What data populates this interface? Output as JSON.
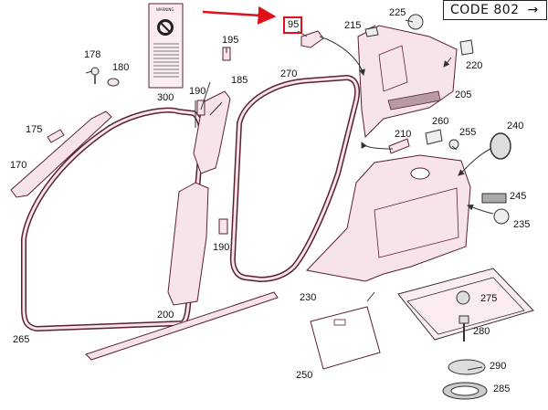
{
  "code_label": "CODE 802",
  "code_arrow": "→",
  "highlight_callout": "95",
  "warning_label_text": "WARNING",
  "callouts": {
    "c170": "170",
    "c175": "175",
    "c178": "178",
    "c180": "180",
    "c185": "185",
    "c190a": "190",
    "c190b": "190",
    "c195": "195",
    "c200": "200",
    "c205": "205",
    "c210": "210",
    "c215": "215",
    "c220": "220",
    "c225": "225",
    "c230": "230",
    "c235": "235",
    "c240": "240",
    "c245": "245",
    "c250": "250",
    "c255": "255",
    "c260": "260",
    "c265": "265",
    "c270": "270",
    "c275": "275",
    "c280": "280",
    "c285": "285",
    "c290": "290",
    "c300": "300"
  },
  "colors": {
    "part_fill": "#f6e4e8",
    "part_line": "#5a2230",
    "highlight": "#e0101a"
  }
}
